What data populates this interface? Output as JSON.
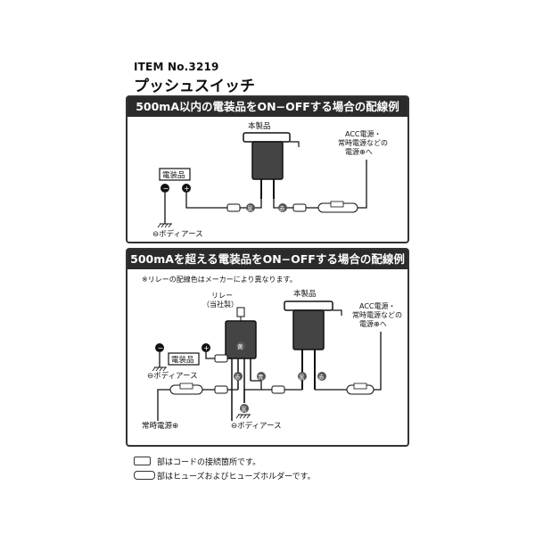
{
  "header": {
    "item_no": "ITEM No.3219",
    "title": "プッシュスイッチ"
  },
  "diagram1": {
    "heading": "500mA以内の電装品をON−OFFする場合の配線例",
    "product_label": "本製品",
    "device_label": "電装品",
    "acc_label_1": "ACC電源・",
    "acc_label_2": "常時電源などの",
    "acc_label_3": "電源⊕へ",
    "ground_label": "⊖ボディアース",
    "minus": "−",
    "plus": "+",
    "wire_black": "黒",
    "wire_red": "赤"
  },
  "diagram2": {
    "heading": "500mAを超える電装品をON−OFFする場合の配線例",
    "note": "※リレーの配線色はメーカーにより異なります。",
    "relay_label_1": "リレー",
    "relay_label_2": "（当社製）",
    "product_label": "本製品",
    "device_label": "電装品",
    "acc_label_1": "ACC電源・",
    "acc_label_2": "常時電源などの",
    "acc_label_3": "電源⊕へ",
    "ground_label_1": "⊖ボディアース",
    "ground_label_2": "⊖ボディアース",
    "constant_power": "常時電源⊕",
    "minus": "−",
    "plus": "+",
    "wire_yellow": "黄",
    "wire_red_1": "赤",
    "wire_blue": "青",
    "wire_black_1": "黒",
    "wire_red_2": "赤",
    "wire_black_2": "黒"
  },
  "legend": {
    "connection": "部はコードの接続箇所です。",
    "fuse": "部はヒューズおよびヒューズホルダーです。"
  }
}
